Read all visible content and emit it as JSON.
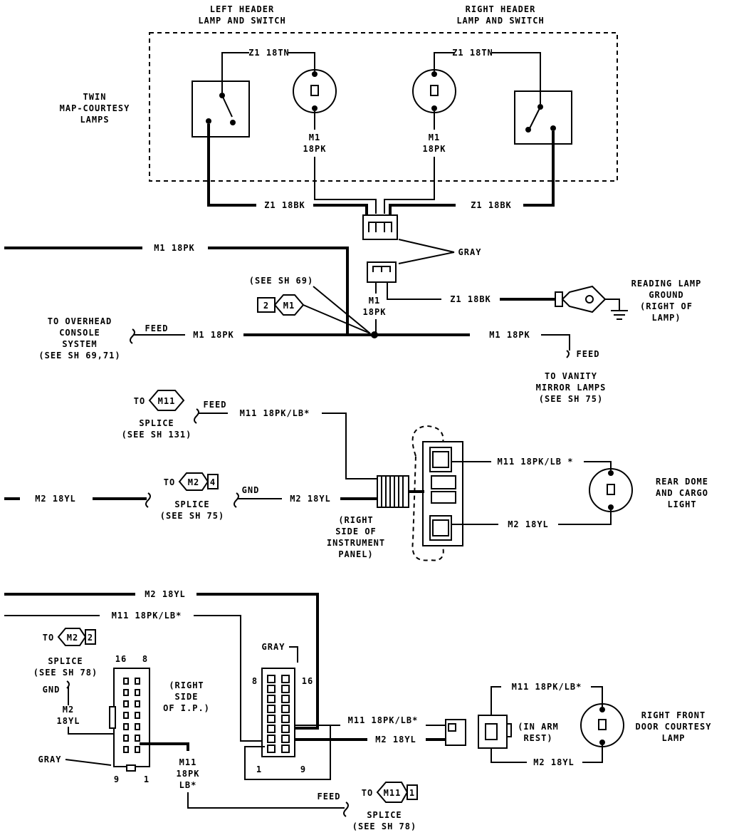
{
  "labels": {
    "left_header": [
      "LEFT HEADER",
      "LAMP AND SWITCH"
    ],
    "right_header": [
      "RIGHT HEADER",
      "LAMP AND SWITCH"
    ],
    "twin_lamps": [
      "TWIN",
      "MAP-COURTESY",
      "LAMPS"
    ],
    "z1_18tn_left": "Z1 18TN",
    "z1_18tn_right": "Z1 18TN",
    "m1_18pk_left": [
      "M1",
      "18PK"
    ],
    "m1_18pk_right": [
      "M1",
      "18PK"
    ],
    "z1_18bk_left": "Z1 18BK",
    "z1_18bk_right": "Z1 18BK",
    "m1_18pk_top": "M1 18PK",
    "gray_top": "GRAY",
    "see_sh69": "(SEE SH 69)",
    "conn_2m1": [
      "2",
      "M1"
    ],
    "m1_18pk_mid": [
      "M1",
      "18PK"
    ],
    "z1_18bk_reading": "Z1 18BK",
    "reading_lamp": [
      "READING LAMP",
      "GROUND",
      "(RIGHT OF",
      "LAMP)"
    ],
    "overhead": [
      "TO OVERHEAD",
      "CONSOLE",
      "SYSTEM",
      "(SEE SH 69,71)"
    ],
    "feed_overhead": "FEED",
    "m1_18pk_feed": "M1 18PK",
    "m1_18pk_vanity": "M1 18PK",
    "feed_vanity": "FEED",
    "vanity": [
      "TO VANITY",
      "MIRROR LAMPS",
      "(SEE SH 75)"
    ],
    "to_m11_top": "TO",
    "m11_diamond": "M11",
    "feed_m11": "FEED",
    "m11_18pk_lb_top": "M11 18PK/LB*",
    "splice_131": [
      "SPLICE",
      "(SEE SH 131)"
    ],
    "m11_rear": "M11 18PK/LB *",
    "rear_dome": [
      "REAR DOME",
      "AND CARGO",
      "LIGHT"
    ],
    "m2_18yl_left": "M2 18YL",
    "to_m2_4": "TO",
    "m2_diamond": "M2",
    "m2_num4": "4",
    "gnd_mid": "GND",
    "m2_18yl_mid": "M2 18YL",
    "splice_75": [
      "SPLICE",
      "(SEE SH 75)"
    ],
    "right_side_ip": [
      "(RIGHT",
      "SIDE OF",
      "INSTRUMENT",
      "PANEL)"
    ],
    "m2_18yl_rear": "M2 18YL",
    "m2_18yl_bottom": "M2 18YL",
    "m11_18pk_lb_bottom": "M11 18PK/LB*",
    "to_m2_2": "TO",
    "m2_diamond_b": "M2",
    "m2_num2": "2",
    "splice_78_a": [
      "SPLICE",
      "(SEE SH 78)"
    ],
    "gnd_b": "GND",
    "m2_18yl_b": [
      "M2",
      "18YL"
    ],
    "conn_16": "16",
    "conn_8": "8",
    "right_side_ip_b": [
      "(RIGHT",
      "SIDE",
      "OF I.P.)"
    ],
    "gray_b": "GRAY",
    "conn_9": "9",
    "conn_1": "1",
    "m11_18pk_lb_b": [
      "M11",
      "18PK",
      "LB*"
    ],
    "gray_c": "GRAY",
    "c2_8": "8",
    "c2_16": "16",
    "c2_1": "1",
    "c2_9": "9",
    "m11_18pk_lb_c": "M11 18PK/LB*",
    "m2_18yl_c": "M2 18YL",
    "arm_rest": [
      "(IN ARM",
      "REST)"
    ],
    "m11_18pk_lb_d": "M11 18PK/LB*",
    "m2_18yl_d": "M2 18YL",
    "right_front": [
      "RIGHT FRONT",
      "DOOR COURTESY",
      "LAMP"
    ],
    "feed_b": "FEED",
    "to_m11_b": "TO",
    "m11_diamond_b": "M11",
    "m11_num1": "1",
    "splice_78_b": [
      "SPLICE",
      "(SEE SH 78)"
    ]
  }
}
